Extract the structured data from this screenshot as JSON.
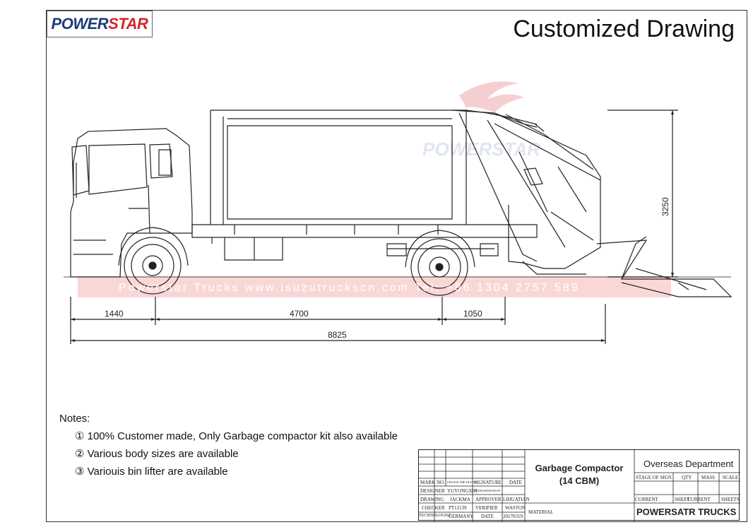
{
  "logo": {
    "part1": "POWER",
    "part2": "STAR"
  },
  "title": "Customized Drawing",
  "watermark": {
    "brand": "POWERSTAR",
    "band_text": "Powerstar Trucks   www.isuzutruckscn.com   Tel: +86 1304 2757 589"
  },
  "dimensions": {
    "front_overhang": "1440",
    "wheelbase": "4700",
    "rear_axle_spacing": "1050",
    "overall_length": "8825",
    "height": "3250"
  },
  "notes": {
    "heading": "Notes:",
    "items": [
      "① 100% Customer made, Only Garbage compactor kit also available",
      "② Various body sizes are available",
      "③ Variouis bin lifter are available"
    ]
  },
  "title_block": {
    "product_line1": "Garbage Compactor",
    "product_line2": "(14 CBM)",
    "department": "Overseas Department",
    "company": "POWERSATR TRUCKS",
    "material_label": "MATERIAL",
    "hdr": [
      "MARK",
      "NO.",
      "CHANGE THE FILE NO.",
      "SIGNATURE",
      "DATE"
    ],
    "designer_label": "DESIGNER",
    "designer_value": "YUYONGXIN",
    "standard_label": "STANDARDIZATION",
    "drawing_label": "DRAWING",
    "drawing_value": "JACKMA",
    "approver_label": "APPROVER",
    "approver_value": "LIHUATIAN",
    "checker_label": "CHECKER",
    "checker_value": "PT12139",
    "verifier_label": "VERIFIER",
    "verifier_value": "WASTON",
    "technologist_label": "TECHNOLOGIST",
    "technologist_value": "GERMANY",
    "date_label": "DATE",
    "date_value": "20170319",
    "stage": "STAGE OF SIGN",
    "qty": "QTY",
    "mass": "MASS",
    "scale": "SCALE",
    "current1": "CURRENT",
    "sheet": "SHEET",
    "current2": "CURRENT",
    "sheets": "SHEETS"
  }
}
